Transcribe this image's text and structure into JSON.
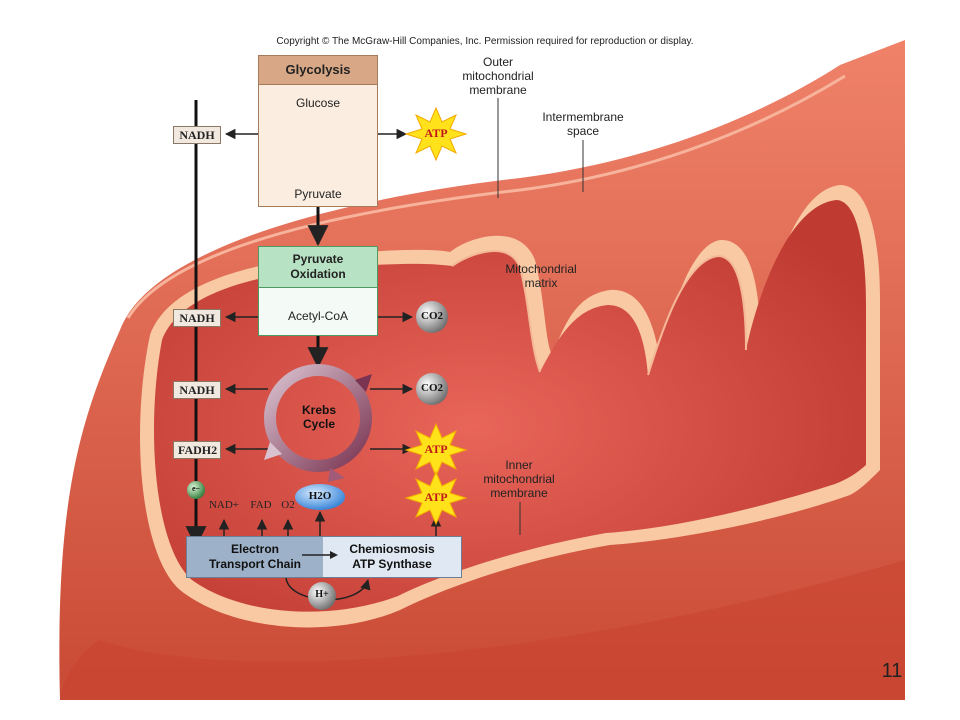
{
  "copyright": "Copyright © The McGraw-Hill Companies, Inc. Permission required for reproduction or display.",
  "slide_number": "11",
  "membrane_labels": {
    "outer": "Outer mitochondrial membrane",
    "intermembrane": "Intermembrane space",
    "matrix": "Mitochondrial matrix",
    "inner": "Inner mitochondrial membrane"
  },
  "glycolysis": {
    "title": "Glycolysis",
    "input": "Glucose",
    "output": "Pyruvate"
  },
  "pyruvate_oxidation": {
    "title": "Pyruvate Oxidation",
    "product": "Acetyl-CoA"
  },
  "krebs": {
    "title": "Krebs Cycle"
  },
  "carriers": [
    "NADH",
    "NADH",
    "NADH",
    "FADH2"
  ],
  "products": [
    "ATP",
    "CO2",
    "CO2",
    "ATP",
    "ATP"
  ],
  "etc": {
    "chain": "Electron Transport Chain",
    "synthase": "Chemiosmosis ATP Synthase",
    "returns": [
      "NAD+",
      "FAD",
      "O2"
    ],
    "water": "H2O",
    "proton": "H+",
    "electron": "e−"
  },
  "colors": {
    "outer_membrane": "#e9715a",
    "intermembrane": "#c8422f",
    "inner_membrane": "#f8c9a3",
    "matrix": "#d34a3e",
    "glycolysis_header": "#d8a886",
    "glycolysis_body": "#fbeee0",
    "pyruvate_header": "#b8e2c4",
    "etc_left": "#9db2c9",
    "etc_right": "#dfe8f3",
    "atp_burst": "#ffe21a"
  }
}
